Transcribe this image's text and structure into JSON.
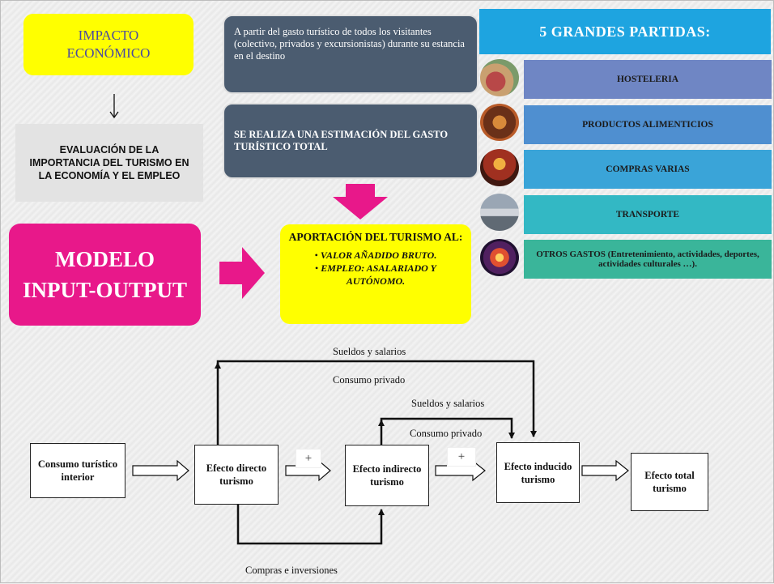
{
  "left": {
    "impacto": [
      "IMPACTO",
      "ECONÓMICO"
    ],
    "evaluacion": "EVALUACIÓN DE LA IMPORTANCIA DEL TURISMO EN LA ECONOMÍA Y EL EMPLEO",
    "modelo": [
      "MODELO",
      "INPUT-OUTPUT"
    ]
  },
  "center": {
    "gasto_text": "A partir del gasto turístico de todos los visitantes (colectivo, privados y excursionistas) durante su estancia en el destino",
    "estimacion_text": "SE REALIZA UNA ESTIMACIÓN DEL GASTO TURÍSTICO TOTAL",
    "aportacion": {
      "title": "APORTACIÓN DEL TURISMO AL:",
      "bullets": [
        "VALOR AÑADIDO BRUTO.",
        "EMPLEO: ASALARIADO Y AUTÓNOMO."
      ]
    }
  },
  "partidas": {
    "header": "5 GRANDES  PARTIDAS:",
    "items": [
      {
        "label": "HOSTELERIA",
        "color": "#6f86c4"
      },
      {
        "label": "PRODUCTOS ALIMENTICIOS",
        "color": "#4f8fd0"
      },
      {
        "label": "COMPRAS VARIAS",
        "color": "#3aa4d8"
      },
      {
        "label": "TRANSPORTE",
        "color": "#33b8c4"
      },
      {
        "label": "OTROS GASTOS (Entretenimiento, actividades, deportes, actividades culturales …).",
        "color": "#3ab59a"
      }
    ]
  },
  "flow": {
    "nodes": {
      "consumo": "Consumo turístico interior",
      "directo": "Efecto directo turismo",
      "indirecto": "Efecto indirecto turismo",
      "inducido": "Efecto inducido turismo",
      "total": "Efecto total turismo"
    },
    "plus": "+",
    "labels": {
      "sueldos1": "Sueldos y salarios",
      "consumo1": "Consumo privado",
      "sueldos2": "Sueldos y salarios",
      "consumo2": "Consumo privado",
      "compras": "Compras e inversiones"
    }
  },
  "colors": {
    "yellow": "#ffff00",
    "magenta": "#e8188a",
    "slate": "#4b5c70",
    "cyan": "#1ea4e0"
  }
}
